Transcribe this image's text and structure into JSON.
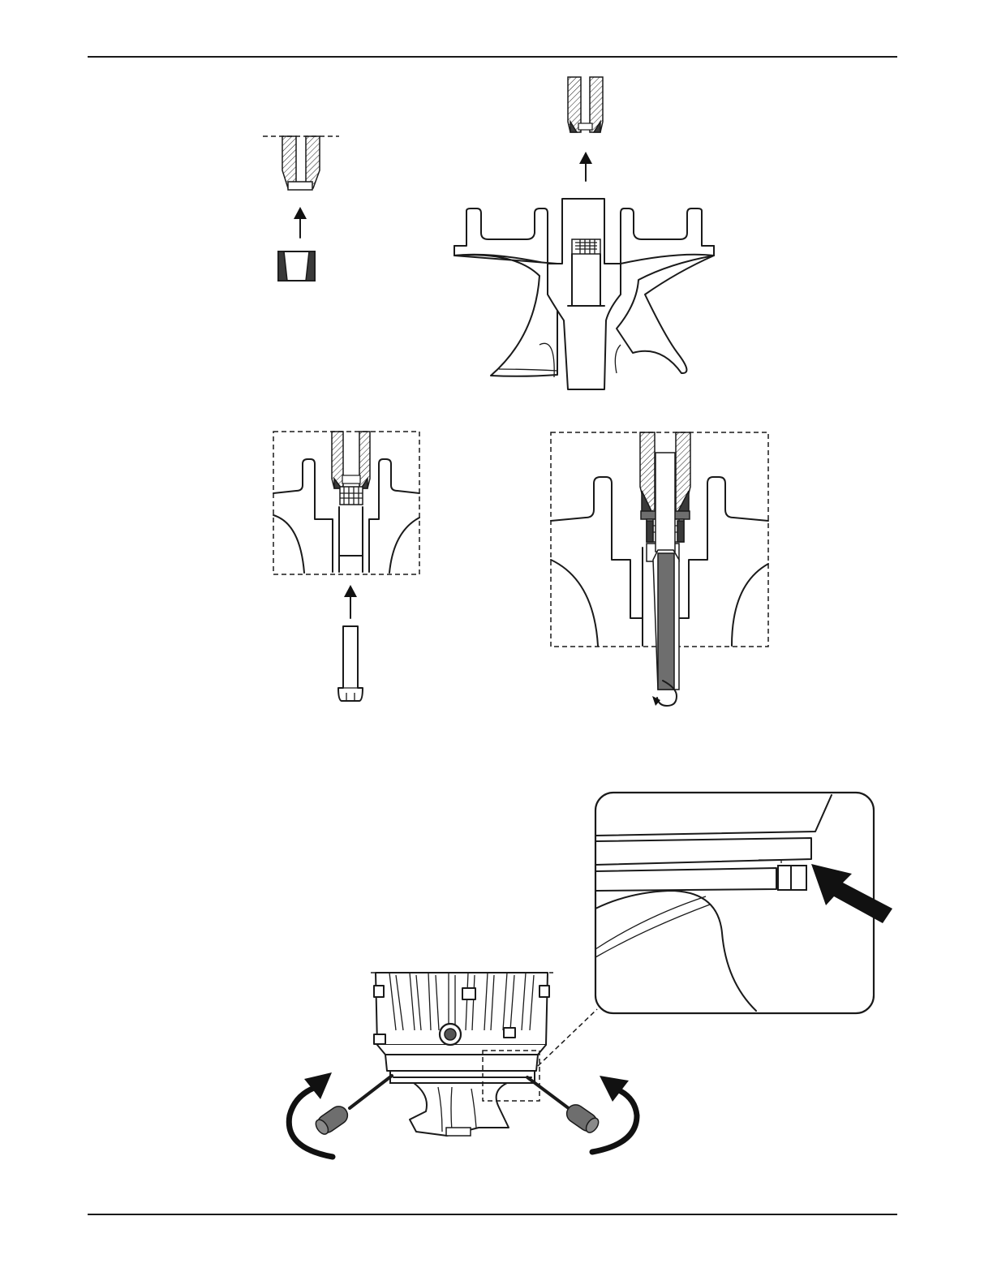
{
  "page": {
    "figures": [
      {
        "id": "step-insert-removal",
        "arrow": "up"
      },
      {
        "id": "step-extract-from-holder",
        "arrow": "up"
      },
      {
        "id": "step-insert-screw",
        "arrow": "up"
      },
      {
        "id": "step-tighten-with-hex-key",
        "rotation": "clockwise"
      },
      {
        "id": "step-pry-retaining-ring",
        "rotation": "both-sides"
      }
    ]
  },
  "colors": {
    "line": "#1a1a1a",
    "tool_fill": "#6e6e6e",
    "insert_dark": "#3a3a3a",
    "page_background": "#ffffff"
  }
}
